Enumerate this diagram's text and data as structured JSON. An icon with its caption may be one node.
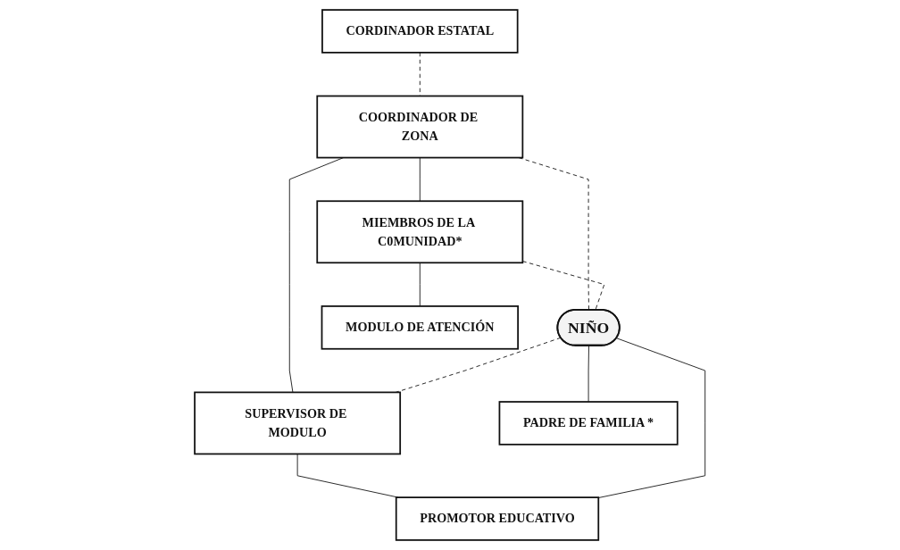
{
  "diagram": {
    "nodes": [
      {
        "text": [
          "CORDINADOR ESTATAL"
        ]
      },
      {
        "text": [
          "COORDINADOR DE ZONA"
        ]
      },
      {
        "text": [
          "MIEMBROS DE LA C0MUNIDAD*"
        ]
      },
      {
        "text": [
          "NIÑO"
        ]
      },
      {
        "text": [
          "SUPERVISOR DE MODULO"
        ]
      },
      {
        "text": [
          "PROMOTOR EDUCATIVO"
        ]
      },
      {
        "text": [
          "PADRE DE FAMILIA *"
        ]
      },
      {
        "text": [
          "MODULO DE ATENCIÓN"
        ]
      }
    ],
    "edges": [
      {
        "from": 0,
        "to": 1,
        "arrow": "none",
        "style": "dashed"
      },
      {
        "from": 1,
        "to": 2,
        "arrow": "none"
      },
      {
        "from": 1,
        "to": 4,
        "arrow": "none"
      },
      {
        "from": 1,
        "to": 3,
        "arrow": "none",
        "style": "dashed"
      },
      {
        "from": 2,
        "to": 3,
        "arrow": "none",
        "style": "dashed"
      },
      {
        "from": 3,
        "to": 4,
        "arrow": "none",
        "style": "dashed"
      },
      {
        "from": 4,
        "to": 5,
        "arrow": "none"
      },
      {
        "from": 3,
        "to": 5,
        "arrow": "none"
      },
      {
        "from": 3,
        "to": 6,
        "arrow": "none"
      },
      {
        "from": 2,
        "to": 7,
        "arrow": "none"
      }
    ]
  }
}
